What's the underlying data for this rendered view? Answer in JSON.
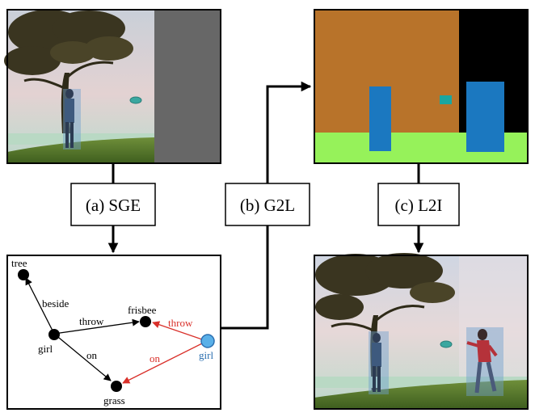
{
  "steps": {
    "sge": "(a) SGE",
    "g2l": "(b) G2L",
    "l2i": "(c) L2I"
  },
  "graph": {
    "nodes": {
      "tree": "tree",
      "girl": "girl",
      "frisbee": "frisbee",
      "grass": "grass",
      "new_girl": "girl"
    },
    "edges": {
      "beside": "beside",
      "throw": "throw",
      "on": "on",
      "new_throw": "throw",
      "new_on": "on"
    }
  },
  "colors": {
    "layout_tree": "#b8732a",
    "layout_person": "#1b78c0",
    "layout_frisbee": "#1aa6a0",
    "layout_grass": "#96f25a",
    "layout_masked": "#000000",
    "new_edge": "#d9302a",
    "new_node": "#5ab0e8",
    "new_node_label": "#2b6fb0"
  }
}
